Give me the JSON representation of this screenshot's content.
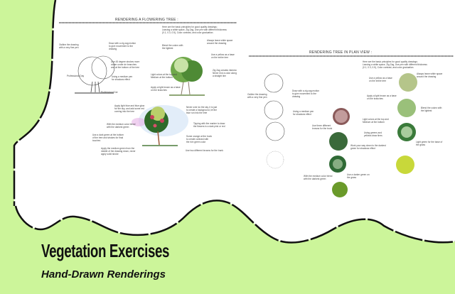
{
  "colors": {
    "background_green": "#ccf59a",
    "outline": "#111111"
  },
  "flowering": {
    "heading": "RENDERING A FLOWERING TREE :",
    "principles": "Here are the basic principles for good quality drawings:\nLeaving a white space, Zig Zag, Use pen with different thickness\n(0.1, 0.3, 0.5), Color contrast, and color graduation.",
    "notes": [
      "Outline the drawing\nwith a very fine pen",
      "Draw with a zig zag motion\nto give movement to the\ndrawing",
      "Use 45 degree strokes more\ncloser under de branches\nand at the bottom of the tree",
      "Professional Day",
      "Using a medium pen\nfor shadows effect",
      "Professional Dot",
      "Blend the colors with\nthe lightest",
      "Always leave white space\naround the drawing",
      "Use a yellow as a base\non the entire tree",
      "Zig Zag creates interest.\nNever end a color along\na straight line",
      "Light colors at the top and\nMedium at the bottom",
      "Apply a light brown as a base\non the branches",
      "Apply light blue and blue glow\nfor the sky, and add some red\ncoming into the tree",
      "With the medium color blend\nwith the darkest green",
      "Use a dark green at the bottom\nof the tree and strokes for final\ntouches",
      "Apply the medium green from the\nmiddle of the drawing down, never\napply solid stroke",
      "Never over do the sky, it is just\nto create a background, let the\nblue run into the tree",
      "Tipping with the marker to draw\nthe flowers in a dark pink or red",
      "Some orange at the trunk\nto create contrast with\nthe rich green color",
      "Use two different browns for the trunk"
    ]
  },
  "plan": {
    "heading": "RENDERING  TREE IN PLAN VIEW :",
    "principles": "Here are the basic principles for good quality drawings:\nLeaving a white space, Zig Zag, Use pen with different thickness\n(0.1, 0.3, 0.5), Color contrast, and color graduation.",
    "notes": [
      "Outline the drawing\nwith a very fine pen",
      "Draw with a zig zag motion\nto give movement to the\ndrawing",
      "Using a medium pen\nfor shadows effect",
      "Use three different\nbrowns for the trunk",
      "Work your way down to the darkest\ngreen for shadows effect",
      "With the medium color blend\nwith the darkest green",
      "Use a darker green on\nthe grass",
      "Use a yellow as a base\non the entire tree",
      "Always leave white space\naround the drawing",
      "Apply a light brown as a base\non the branches",
      "Blend the colors with\nthe lightest",
      "Light colors at the top and\nMedium at the bottom",
      "Using greens and\nyellows draw lines",
      "Light green for the base of\nthe grass"
    ]
  },
  "title": "Vegetation Exercises",
  "subtitle": "Hand-Drawn Renderings"
}
